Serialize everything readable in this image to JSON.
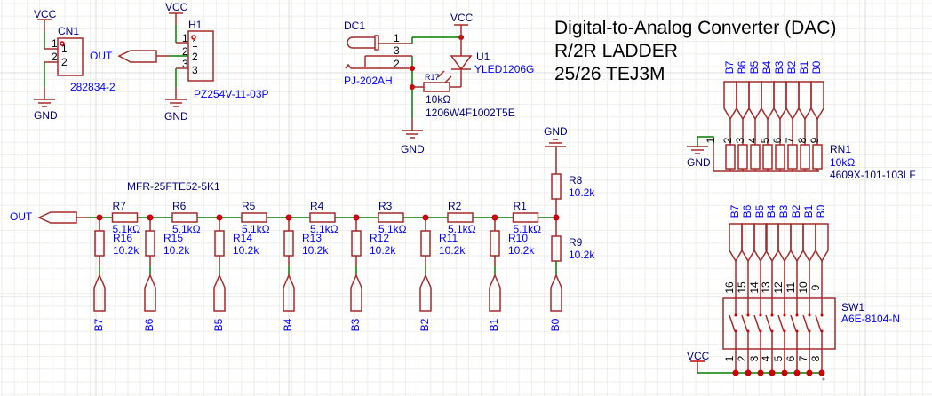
{
  "title_block": {
    "line1": "Digital-to-Analog Converter (DAC)",
    "line2": "R/2R LADDER",
    "line3": "25/26 TEJ3M"
  },
  "colors": {
    "wire_part": "#a52a2a",
    "wire_net": "#008000",
    "junction": "#cc0000",
    "label_blue": "#0000ff",
    "net_navy": "#000080",
    "grid": "#eeeeea",
    "grid_major": "#dcdcdc"
  },
  "power": {
    "vcc": "VCC",
    "gnd": "GND"
  },
  "cn1": {
    "ref": "CN1",
    "part": "282834-2",
    "pins": [
      "1",
      "2"
    ],
    "pin_names": [
      "1",
      "2"
    ]
  },
  "h1": {
    "ref": "H1",
    "part": "PZ254V-11-03P",
    "pins": [
      "1",
      "2",
      "3"
    ],
    "pin_names": [
      "1",
      "2",
      "3"
    ],
    "net_label": "OUT"
  },
  "dc1": {
    "ref": "DC1",
    "part": "PJ-202AH",
    "pins": [
      "1",
      "3",
      "2"
    ]
  },
  "u1": {
    "ref": "U1",
    "part": "YLED1206G"
  },
  "r17": {
    "ref": "R17",
    "value": "10kΩ",
    "part": "1206W4F1002T5E"
  },
  "ladder": {
    "out_label": "OUT",
    "series_part": "MFR-25FTE52-5K1",
    "series": [
      {
        "ref": "R7",
        "value": "5.1kΩ"
      },
      {
        "ref": "R6",
        "value": "5.1kΩ"
      },
      {
        "ref": "R5",
        "value": "5.1kΩ"
      },
      {
        "ref": "R4",
        "value": "5.1kΩ"
      },
      {
        "ref": "R3",
        "value": "5.1kΩ"
      },
      {
        "ref": "R2",
        "value": "5.1kΩ"
      },
      {
        "ref": "R1",
        "value": "5.1kΩ"
      }
    ],
    "shunt": [
      {
        "ref": "R16",
        "value": "10.2k",
        "bit": "B7"
      },
      {
        "ref": "R15",
        "value": "10.2k",
        "bit": "B6"
      },
      {
        "ref": "R14",
        "value": "10.2k",
        "bit": "B5"
      },
      {
        "ref": "R13",
        "value": "10.2k",
        "bit": "B4"
      },
      {
        "ref": "R12",
        "value": "10.2k",
        "bit": "B3"
      },
      {
        "ref": "R11",
        "value": "10.2k",
        "bit": "B2"
      },
      {
        "ref": "R10",
        "value": "10.2k",
        "bit": "B1"
      }
    ],
    "r8": {
      "ref": "R8",
      "value": "10.2k"
    },
    "r9": {
      "ref": "R9",
      "value": "10.2k",
      "bit": "B0"
    }
  },
  "rn1": {
    "ref": "RN1",
    "value": "10kΩ",
    "part": "4609X-101-103LF",
    "bits": [
      "B7",
      "B6",
      "B5",
      "B4",
      "B3",
      "B2",
      "B1",
      "B0"
    ],
    "pins": [
      "1",
      "2",
      "3",
      "4",
      "5",
      "6",
      "7",
      "8",
      "9"
    ]
  },
  "sw1": {
    "ref": "SW1",
    "part": "A6E-8104-N",
    "bits": [
      "B7",
      "B6",
      "B5",
      "B4",
      "B3",
      "B2",
      "B1",
      "B0"
    ],
    "top_pins": [
      "16",
      "15",
      "14",
      "13",
      "12",
      "11",
      "10",
      "9"
    ],
    "bottom_pins": [
      "1",
      "2",
      "3",
      "4",
      "5",
      "6",
      "7",
      "8"
    ]
  }
}
